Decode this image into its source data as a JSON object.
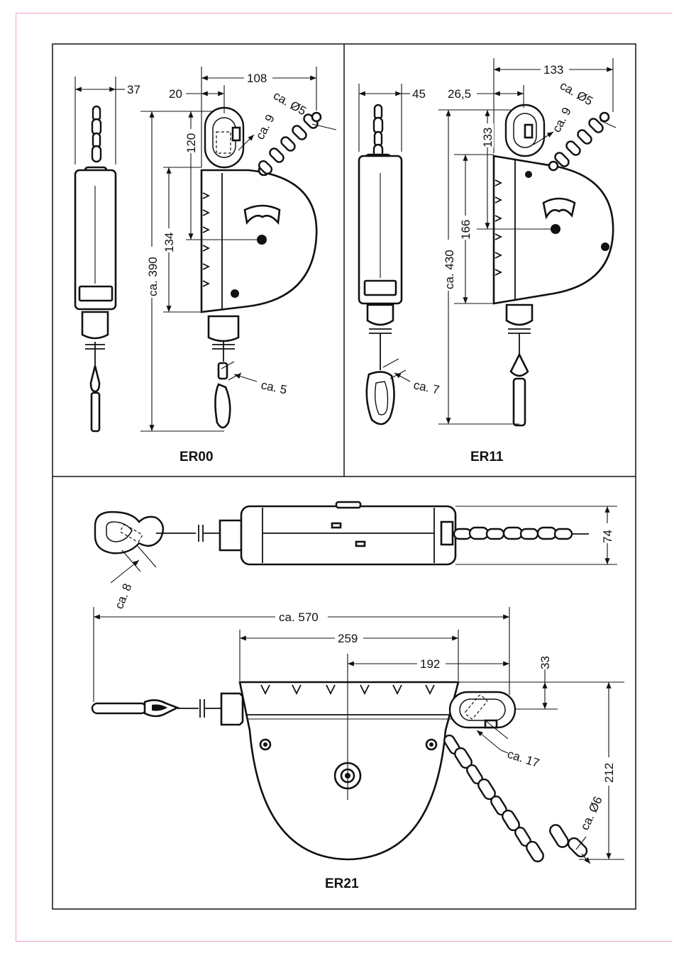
{
  "panels": {
    "er00": {
      "title": "ER00",
      "dims": {
        "width_side": "37",
        "width_total": "108",
        "offset_hook": "20",
        "hook_height": "120",
        "chain_wire": "ca. Ø5",
        "hook_wire": "ca. 9",
        "body_height": "134",
        "total_height": "ca. 390",
        "cable": "ca. 5"
      }
    },
    "er11": {
      "title": "ER11",
      "dims": {
        "width_side": "45",
        "width_total": "133",
        "offset_hook": "26,5",
        "hook_height": "133",
        "chain_wire": "ca. Ø5",
        "hook_wire": "ca. 9",
        "body_height": "166",
        "total_height": "ca. 430",
        "cable": "ca. 7"
      }
    },
    "er21": {
      "title": "ER21",
      "dims": {
        "depth": "74",
        "snap_hook": "ca. 8",
        "total_length": "ca. 570",
        "body_width": "259",
        "center_offset": "192",
        "hook_offset": "33",
        "body_height": "212",
        "hook_wire": "ca. 17",
        "chain_wire": "ca. Ø6"
      }
    }
  }
}
